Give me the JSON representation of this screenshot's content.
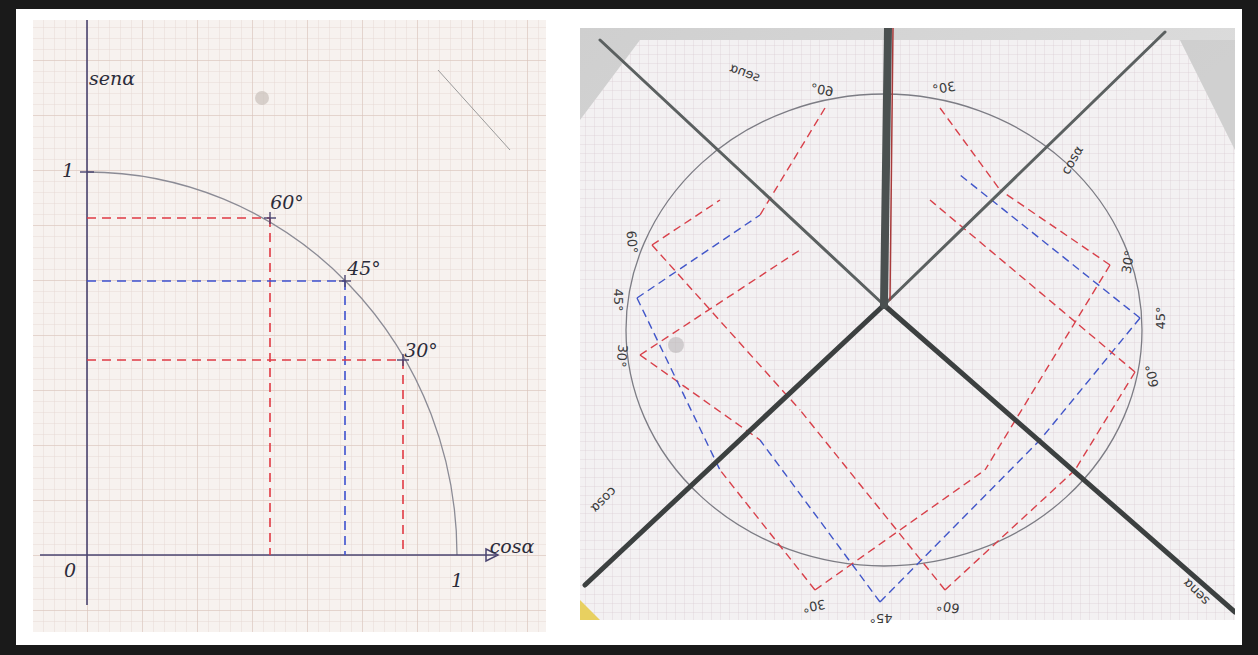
{
  "diagram": {
    "labels": [
      "senα",
      "1",
      "0",
      "1",
      "cosα",
      "60°",
      "45°",
      "30°",
      "30°",
      "45°",
      "60°",
      "cosα",
      "senα",
      "30°",
      "45°",
      "60°",
      "30°",
      "45°",
      "60°",
      "60°",
      "30°",
      "senα",
      "cosα"
    ]
  }
}
